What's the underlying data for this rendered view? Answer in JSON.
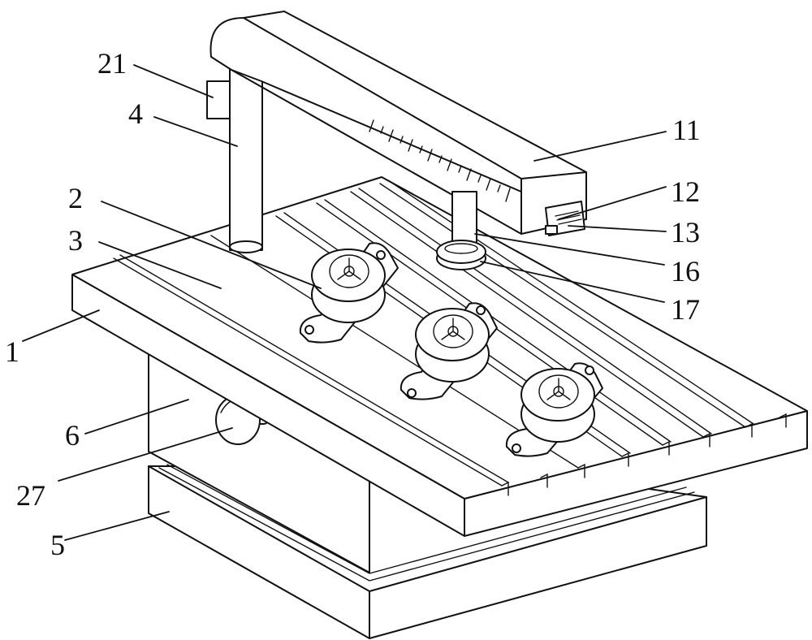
{
  "labels": {
    "l1": "1",
    "l2": "2",
    "l3": "3",
    "l4": "4",
    "l5": "5",
    "l6": "6",
    "l11": "11",
    "l12": "12",
    "l13": "13",
    "l16": "16",
    "l17": "17",
    "l21": "21",
    "l27": "27"
  }
}
